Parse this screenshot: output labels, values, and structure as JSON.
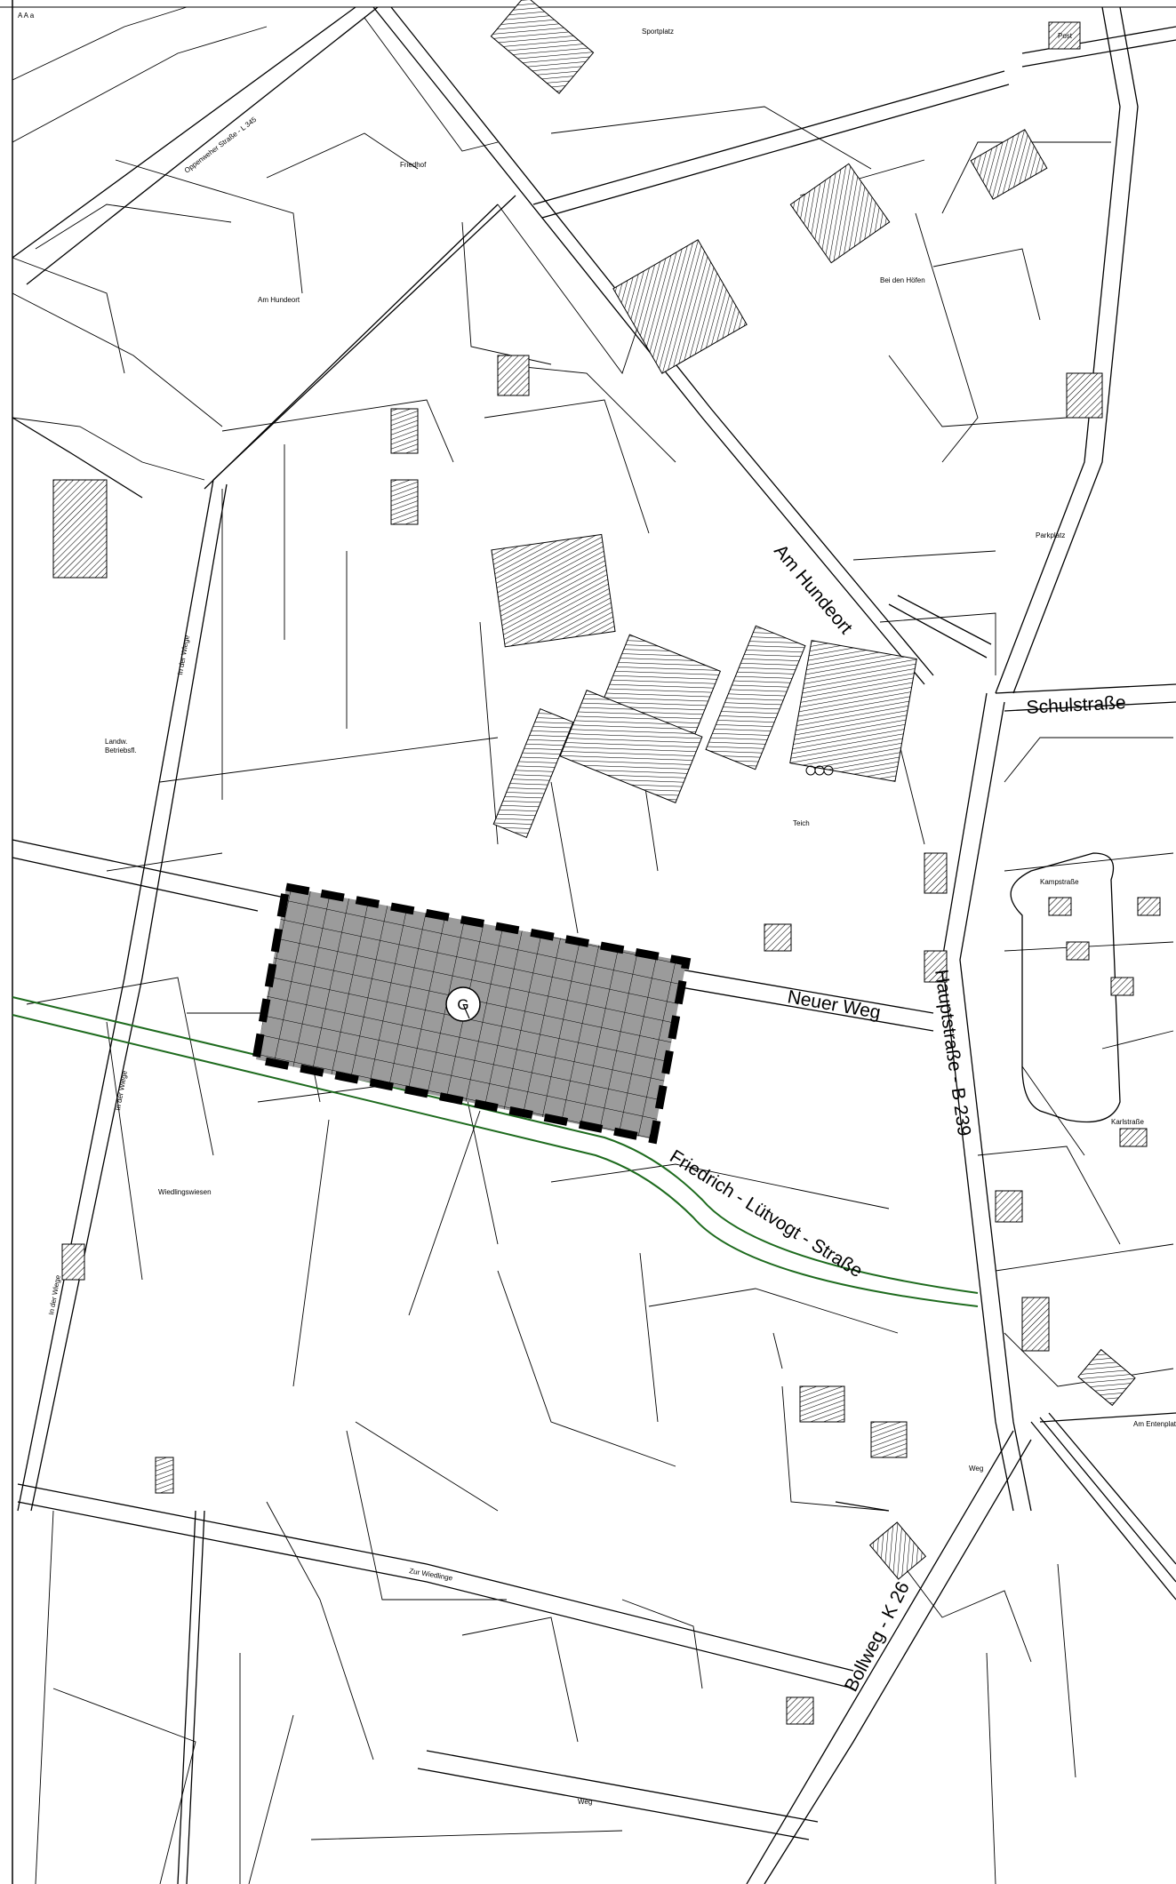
{
  "map": {
    "corner_marks": "A   A   a",
    "colors": {
      "zone_fill": "#9b9b9b",
      "zone_outline": "#000000",
      "green_route": "#1e6b1e",
      "background": "#ffffff"
    },
    "icons": [
      "zone-marker-icon",
      "hatched-building-icon"
    ],
    "zone_marker": "G",
    "streets_large": {
      "am_hundeort": "Am Hundeort",
      "schulstrasse": "Schulstraße",
      "neuer_weg": "Neuer Weg",
      "hauptstrasse": "Hauptstraße - B 239",
      "friedrich": "Friedrich - Lütvogt - Straße",
      "bollweg": "Bollweg - K 26"
    },
    "labels_small": {
      "sportplatz": "Sportplatz",
      "post": "Post",
      "friedhof": "Friedhof",
      "am_hundeort_area": "Am Hundeort",
      "bei_den_hoefen": "Bei den Höfen",
      "landw": "Landw.",
      "betriebsfl": "Betriebsfl.",
      "teich": "Teich",
      "wiedlingswiesen": "Wiedlingswiesen",
      "zur_wiedlinge": "Zur Wiedlinge",
      "parkplatz": "Parkplatz",
      "oppenwehe": "Oppenweher Straße - L 345",
      "in_der_wiege_1": "In der Wiege",
      "in_der_wiege_2": "In der Wiege",
      "in_der_wiege_3": "In der Wiege",
      "am_entenplatz": "Am Entenplatz",
      "kampstrasse": "Kampstraße",
      "karlstrasse": "Karlstraße",
      "weg_1": "Weg",
      "weg_2": "Weg"
    }
  }
}
